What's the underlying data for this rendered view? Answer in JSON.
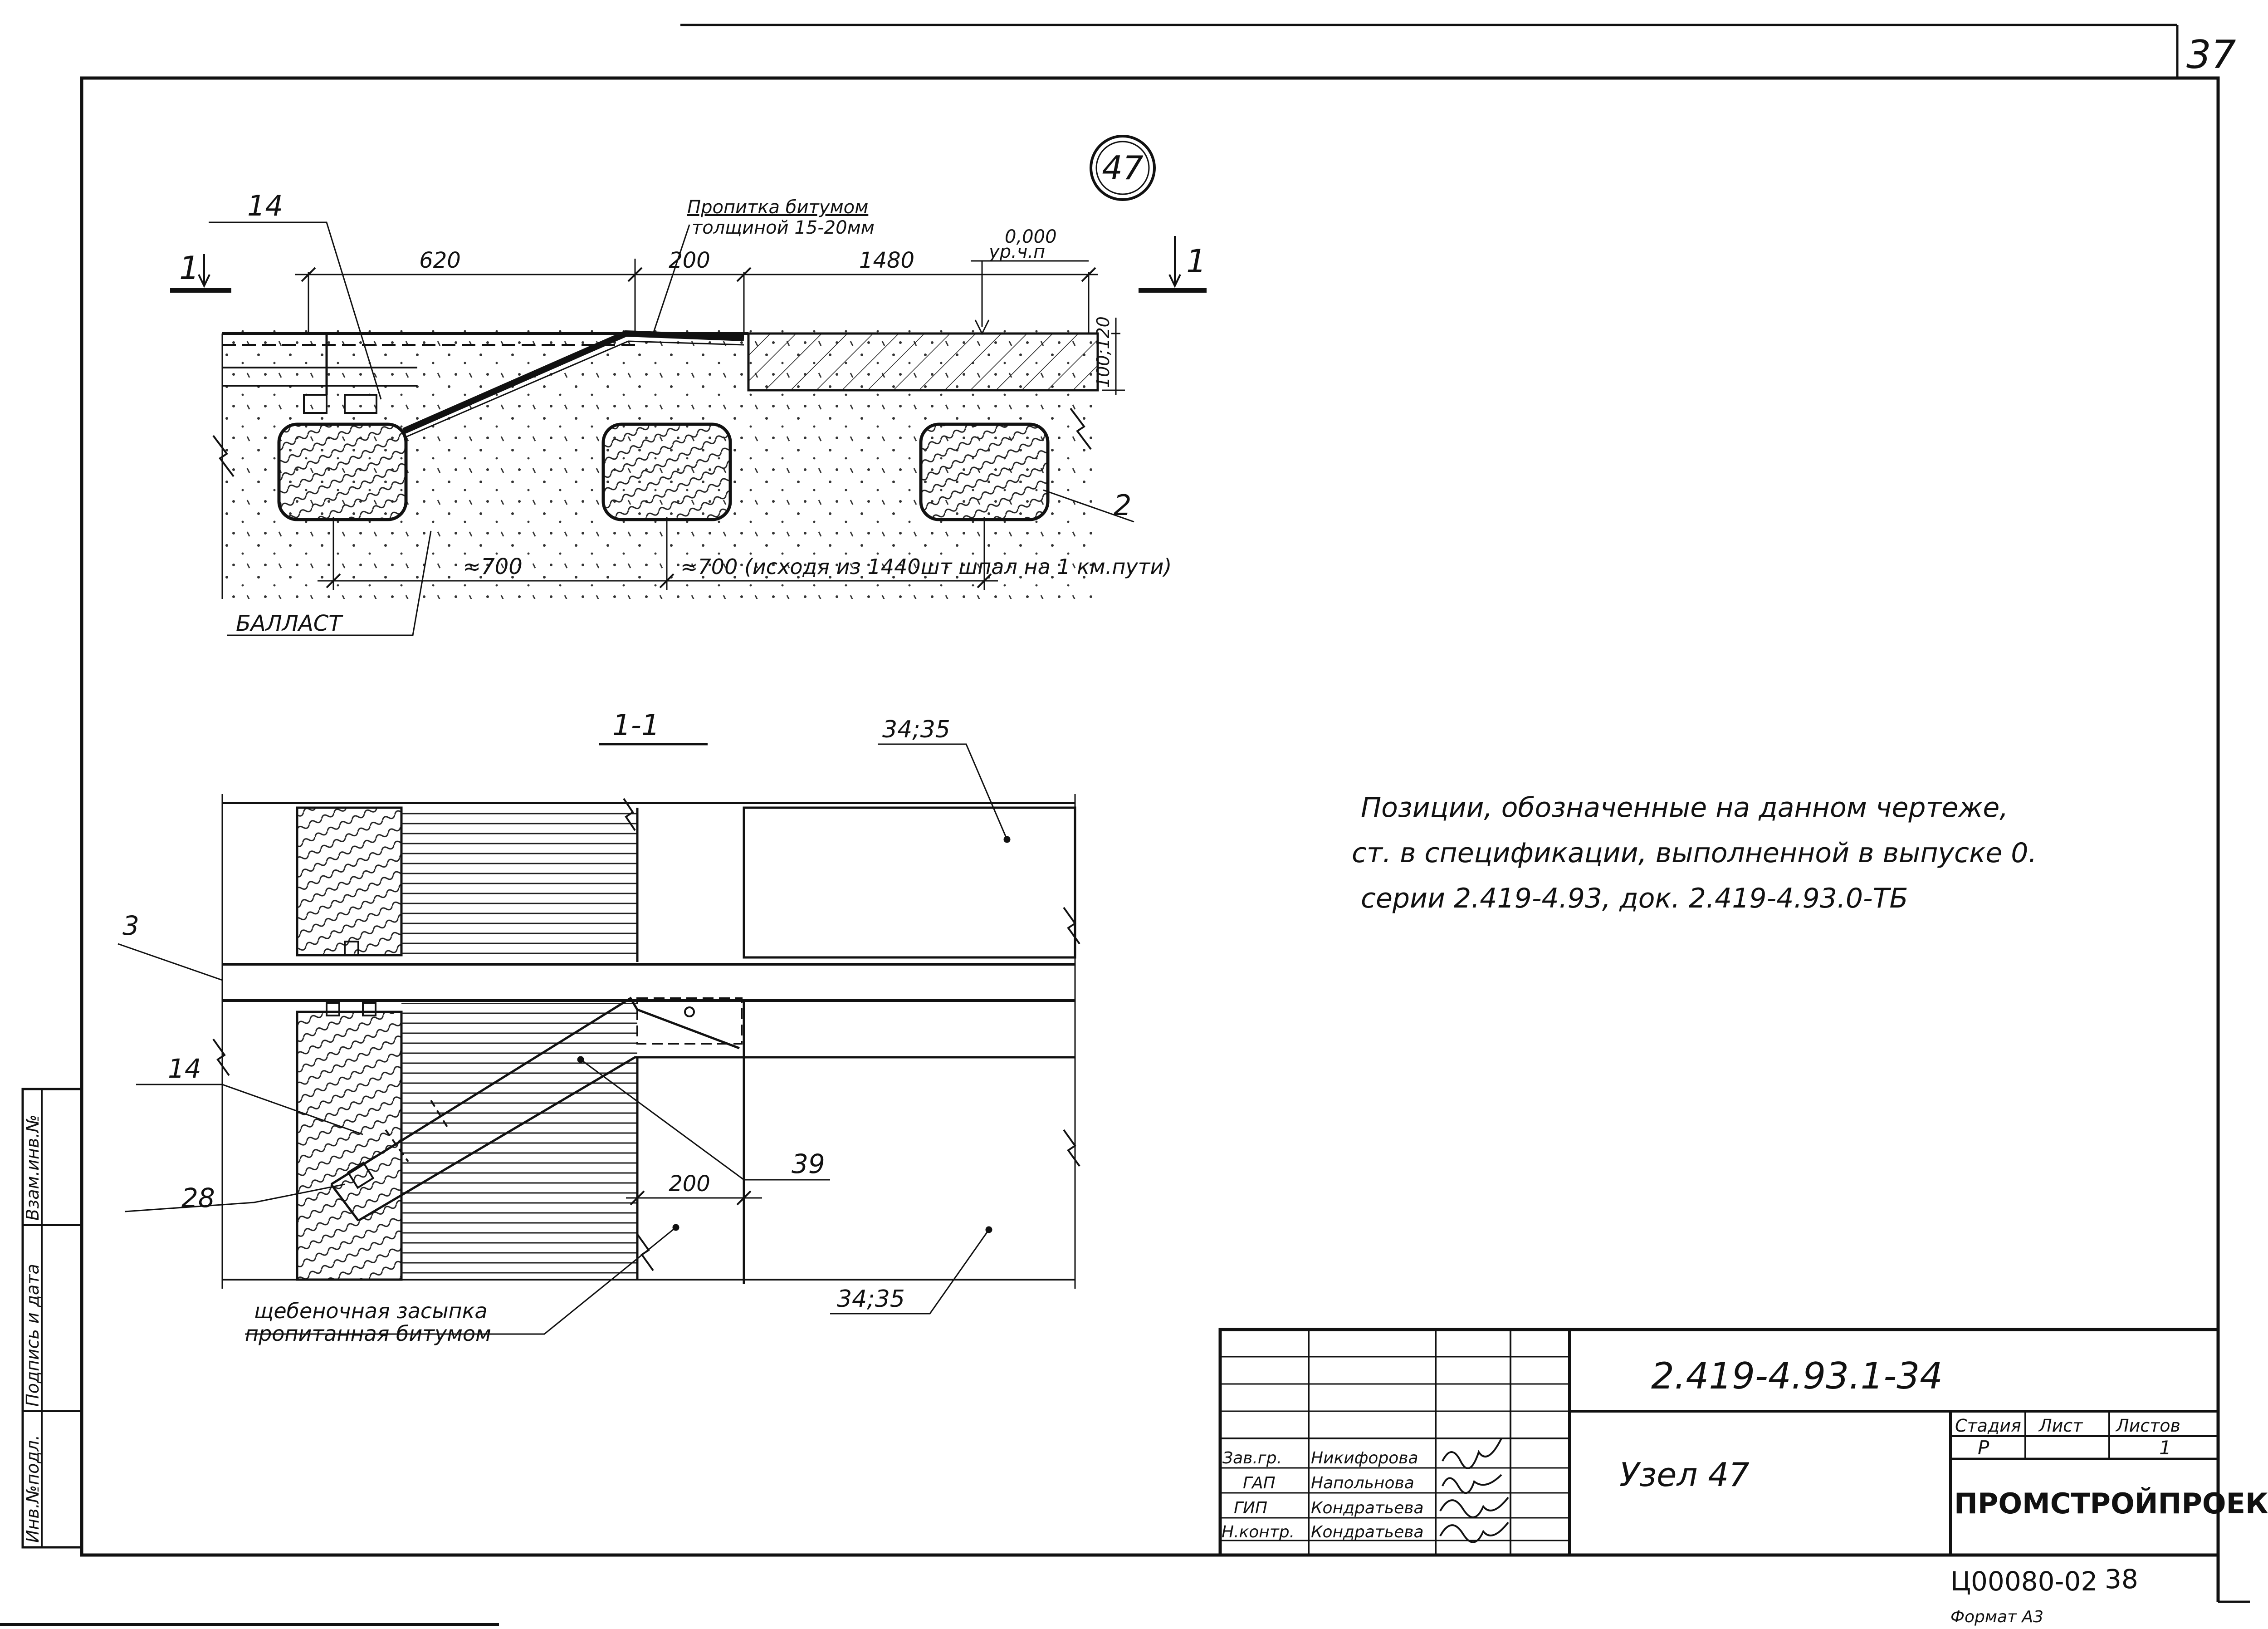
{
  "sheet": {
    "page_number": "37",
    "node_circle": "47",
    "bottom_code": "Ц00080-02",
    "bottom_page": "38",
    "bottom_format": "Формат А3"
  },
  "view_top": {
    "section_mark_left": "1",
    "section_mark_right": "1",
    "pos_14": "14",
    "pos_2": "2",
    "bitumen_label_1": "Пропитка битумом",
    "bitumen_label_2": "толщиной 15-20мм",
    "dim_620": "620",
    "dim_200": "200",
    "dim_1480": "1480",
    "level_value": "0,000",
    "level_label": "ур.ч.п",
    "dim_100_120": "100;120",
    "dim_700a": "≈700",
    "dim_700b": "≈700 (исходя из 1440шт шпал на 1 км.пути)",
    "ballast_label": "БАЛЛАСТ"
  },
  "section": {
    "title": "1-1",
    "pos_34_35_top": "34;35",
    "pos_34_35_bottom": "34;35",
    "pos_3": "3",
    "pos_14": "14",
    "pos_28": "28",
    "pos_39": "39",
    "dim_200": "200",
    "fill_label_1": "щебеночная засыпка",
    "fill_label_2": "пропитанная битумом"
  },
  "note": {
    "line1": "Позиции, обозначенные на данном чертеже,",
    "line2": "ст. в спецификации, выполненной в выпуске 0.",
    "line3": "серии 2.419-4.93, док. 2.419-4.93.0-ТБ"
  },
  "side_stamp": {
    "col1": "Инв.№подл.",
    "col2": "Подпись и дата",
    "col3": "Взам.инв.№"
  },
  "title_block": {
    "doc_code": "2.419-4.93.1-34",
    "title": "Узел 47",
    "stage_header": "Стадия",
    "sheet_header": "Лист",
    "sheets_header": "Листов",
    "stage_value": "Р",
    "sheets_value": "1",
    "organization": "ПРОМСТРОЙПРОЕКТ",
    "signatures": [
      {
        "role": "Зав.гр.",
        "name": "Никифорова"
      },
      {
        "role": "ГАП",
        "name": "Напольнова"
      },
      {
        "role": "ГИП",
        "name": "Кондратьева"
      },
      {
        "role": "Н.контр.",
        "name": "Кондратьева"
      }
    ]
  }
}
